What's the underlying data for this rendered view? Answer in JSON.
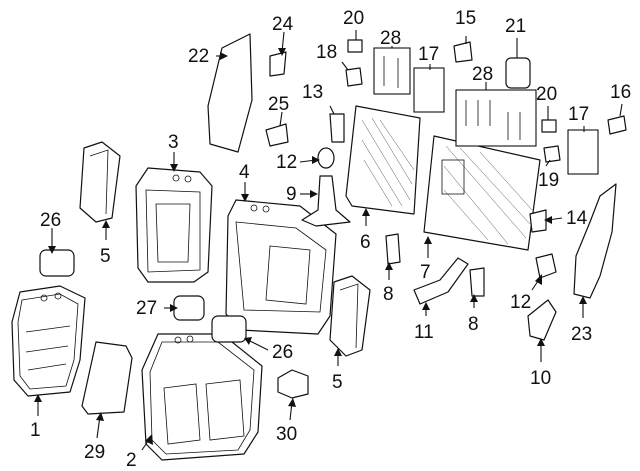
{
  "callouts": [
    {
      "id": "c1",
      "label": "1"
    },
    {
      "id": "c2",
      "label": "2"
    },
    {
      "id": "c3",
      "label": "3"
    },
    {
      "id": "c4",
      "label": "4"
    },
    {
      "id": "c5a",
      "label": "5"
    },
    {
      "id": "c5b",
      "label": "5"
    },
    {
      "id": "c6",
      "label": "6"
    },
    {
      "id": "c7",
      "label": "7"
    },
    {
      "id": "c8a",
      "label": "8"
    },
    {
      "id": "c8b",
      "label": "8"
    },
    {
      "id": "c9",
      "label": "9"
    },
    {
      "id": "c10",
      "label": "10"
    },
    {
      "id": "c11",
      "label": "11"
    },
    {
      "id": "c12a",
      "label": "12"
    },
    {
      "id": "c12b",
      "label": "12"
    },
    {
      "id": "c13",
      "label": "13"
    },
    {
      "id": "c14",
      "label": "14"
    },
    {
      "id": "c15",
      "label": "15"
    },
    {
      "id": "c16",
      "label": "16"
    },
    {
      "id": "c17a",
      "label": "17"
    },
    {
      "id": "c17b",
      "label": "17"
    },
    {
      "id": "c18",
      "label": "18"
    },
    {
      "id": "c19",
      "label": "19"
    },
    {
      "id": "c20a",
      "label": "20"
    },
    {
      "id": "c20b",
      "label": "20"
    },
    {
      "id": "c21",
      "label": "21"
    },
    {
      "id": "c22",
      "label": "22"
    },
    {
      "id": "c23",
      "label": "23"
    },
    {
      "id": "c24",
      "label": "24"
    },
    {
      "id": "c25",
      "label": "25"
    },
    {
      "id": "c26a",
      "label": "26"
    },
    {
      "id": "c26b",
      "label": "26"
    },
    {
      "id": "c27",
      "label": "27"
    },
    {
      "id": "c28a",
      "label": "28"
    },
    {
      "id": "c28b",
      "label": "28"
    },
    {
      "id": "c29",
      "label": "29"
    },
    {
      "id": "c30",
      "label": "30"
    }
  ]
}
